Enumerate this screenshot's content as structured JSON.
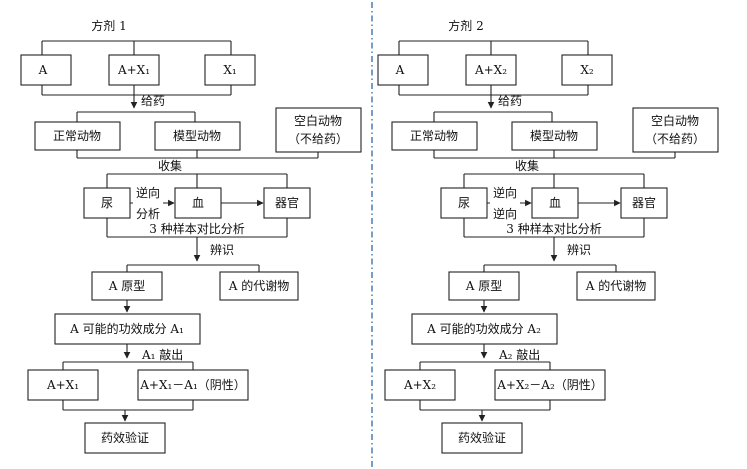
{
  "panels": [
    {
      "title": "方剂 1",
      "row1": [
        "A",
        "A+X₁",
        "X₁"
      ],
      "administer": "给药",
      "animals": [
        "正常动物",
        "模型动物",
        "空白动物",
        "（不给药）"
      ],
      "collect": "收集",
      "samples": [
        "尿",
        "血",
        "器官"
      ],
      "reverse_analysis": [
        "逆向",
        "分析"
      ],
      "compare": "3 种样本对比分析",
      "identify": "辨识",
      "id_results": [
        "A 原型",
        "A 的代谢物"
      ],
      "component": "A 可能的功效成分 A₁",
      "knockout": "A₁ 敲出",
      "groups": [
        "A+X₁",
        "A+X₁－A₁（阴性）"
      ],
      "validate": "药效验证"
    },
    {
      "title": "方剂 2",
      "row1": [
        "A",
        "A+X₂",
        "X₂"
      ],
      "administer": "给药",
      "animals": [
        "正常动物",
        "模型动物",
        "空白动物",
        "（不给药）"
      ],
      "collect": "收集",
      "samples": [
        "尿",
        "血",
        "器官"
      ],
      "reverse_analysis": [
        "逆向",
        "逆向"
      ],
      "compare": "3 种样本对比分析",
      "identify": "辨识",
      "id_results": [
        "A 原型",
        "A 的代谢物"
      ],
      "component": "A 可能的功效成分 A₂",
      "knockout": "A₂ 敲出",
      "groups": [
        "A+X₂",
        "A+X₂－A₂（阴性）"
      ],
      "validate": "药效验证"
    }
  ]
}
